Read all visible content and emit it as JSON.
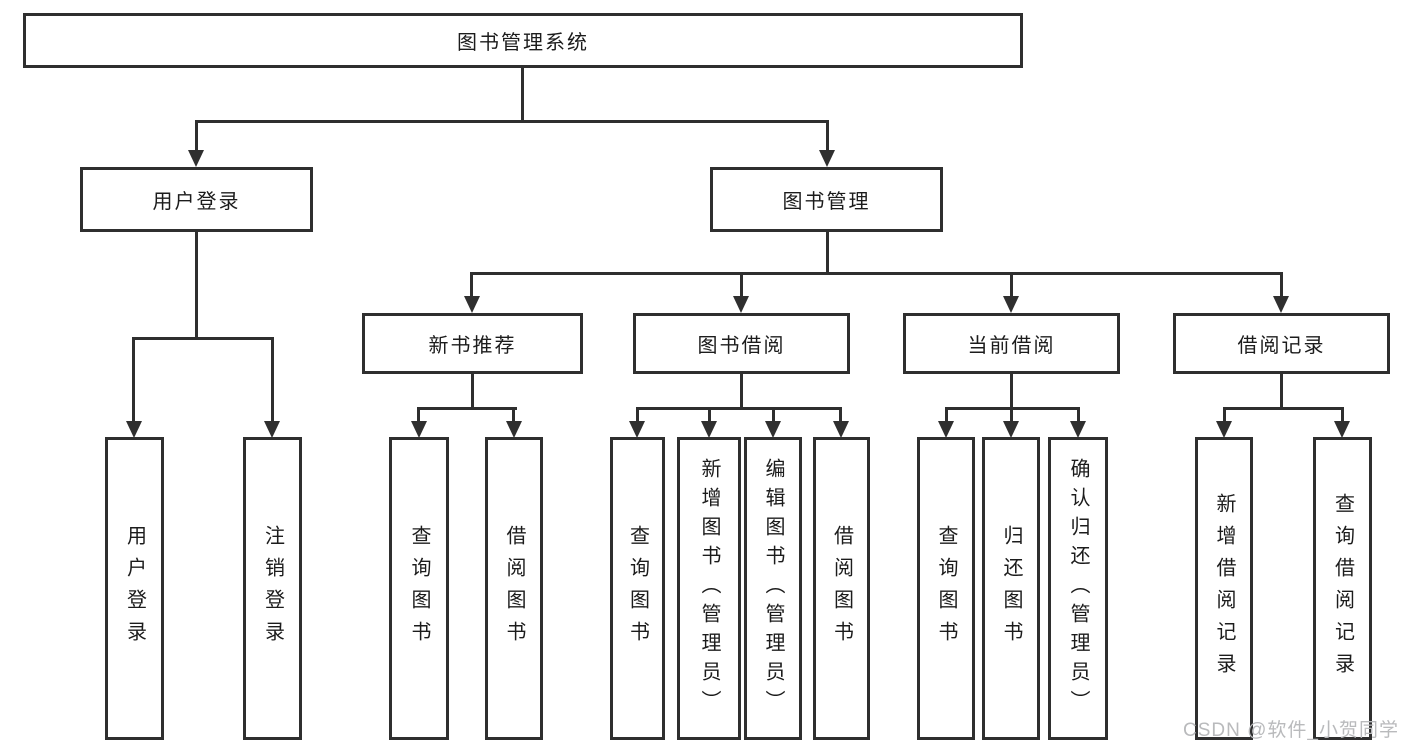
{
  "tree": {
    "root": {
      "label": "图书管理系统"
    },
    "branches": [
      {
        "label": "用户登录",
        "leaves": [
          {
            "label": "用户登录"
          },
          {
            "label": "注销登录"
          }
        ]
      },
      {
        "label": "图书管理",
        "groups": [
          {
            "label": "新书推荐",
            "leaves": [
              {
                "label": "查询图书"
              },
              {
                "label": "借阅图书"
              }
            ]
          },
          {
            "label": "图书借阅",
            "leaves": [
              {
                "label": "查询图书"
              },
              {
                "label": "新增图书（管理员）"
              },
              {
                "label": "编辑图书（管理员）"
              },
              {
                "label": "借阅图书"
              }
            ]
          },
          {
            "label": "当前借阅",
            "leaves": [
              {
                "label": "查询图书"
              },
              {
                "label": "归还图书"
              },
              {
                "label": "确认归还（管理员）"
              }
            ]
          },
          {
            "label": "借阅记录",
            "leaves": [
              {
                "label": "新增借阅记录"
              },
              {
                "label": "查询借阅记录"
              }
            ]
          }
        ]
      }
    ]
  },
  "watermark": {
    "text": "CSDN @软件_小贺同学"
  },
  "colors": {
    "line": "#2f2f2f",
    "box_border": "#2f2f2f",
    "text": "#1c1c1c",
    "watermark": "#b9babc",
    "background": "#ffffff"
  }
}
